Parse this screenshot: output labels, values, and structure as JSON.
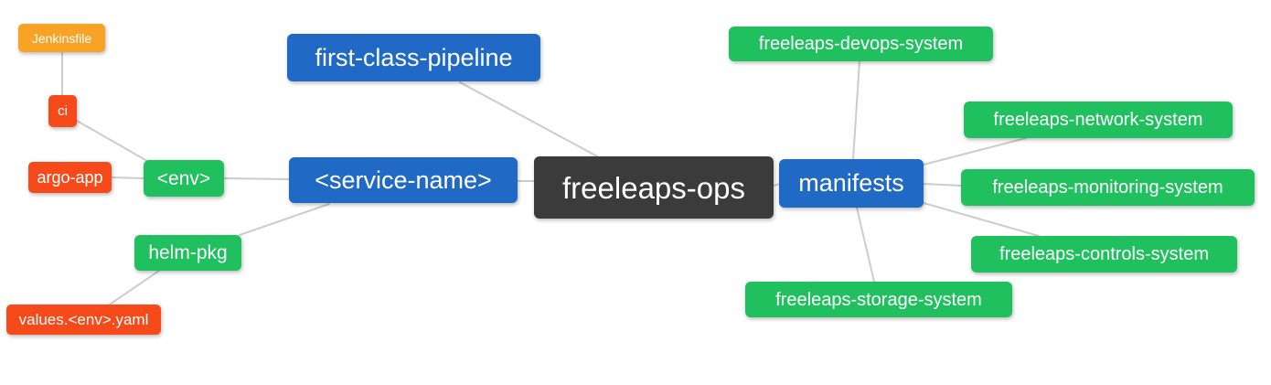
{
  "diagram": {
    "type": "mindmap",
    "root_label": "freeleaps-ops"
  },
  "colors": {
    "root": "#3b3b3b",
    "branch": "#2069c4",
    "leaf": "#20c05e",
    "detail": "#f74a1a",
    "file": "#f9a326",
    "link": "#cccccc",
    "background": "#ffffff",
    "text": "#ffffff"
  },
  "nodes": {
    "jenkinsfile": {
      "label": "Jenkinsfile",
      "color": "file"
    },
    "ci": {
      "label": "ci",
      "color": "detail"
    },
    "argo_app": {
      "label": "argo-app",
      "color": "detail"
    },
    "env": {
      "label": "<env>",
      "color": "leaf"
    },
    "helm_pkg": {
      "label": "helm-pkg",
      "color": "leaf"
    },
    "values_env_yaml": {
      "label": "values.<env>.yaml",
      "color": "detail"
    },
    "first_class_pipeline": {
      "label": "first-class-pipeline",
      "color": "branch"
    },
    "service_name": {
      "label": "<service-name>",
      "color": "branch"
    },
    "freeleaps_ops": {
      "label": "freeleaps-ops",
      "color": "root"
    },
    "manifests": {
      "label": "manifests",
      "color": "branch"
    },
    "devops_system": {
      "label": "freeleaps-devops-system",
      "color": "leaf"
    },
    "network_system": {
      "label": "freeleaps-network-system",
      "color": "leaf"
    },
    "monitoring_system": {
      "label": "freeleaps-monitoring-system",
      "color": "leaf"
    },
    "controls_system": {
      "label": "freeleaps-controls-system",
      "color": "leaf"
    },
    "storage_system": {
      "label": "freeleaps-storage-system",
      "color": "leaf"
    }
  },
  "hierarchy": {
    "freeleaps-ops": {
      "first-class-pipeline": {},
      "<service-name>": {
        "<env>": {
          "ci": {
            "Jenkinsfile": {}
          },
          "argo-app": {}
        },
        "helm-pkg": {
          "values.<env>.yaml": {}
        }
      },
      "manifests": {
        "freeleaps-devops-system": {},
        "freeleaps-network-system": {},
        "freeleaps-monitoring-system": {},
        "freeleaps-controls-system": {},
        "freeleaps-storage-system": {}
      }
    }
  }
}
